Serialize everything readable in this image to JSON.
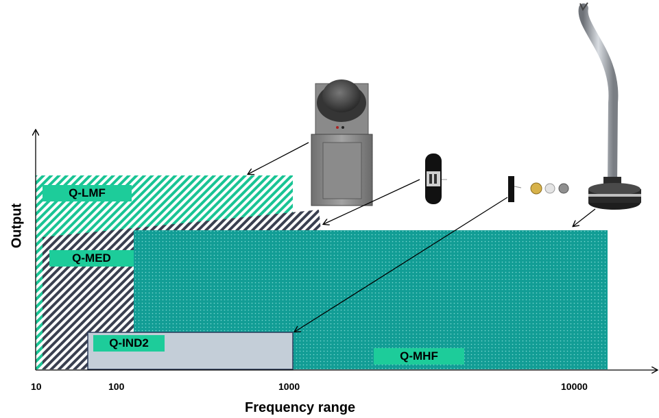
{
  "axes": {
    "x_label": "Frequency range",
    "y_label": "Output",
    "x_ticks": [
      "10",
      "100",
      "1000",
      "10000"
    ]
  },
  "zones": [
    {
      "name": "Q-LMF",
      "color": "#19c494",
      "pattern": "diagonal-stripes-light"
    },
    {
      "name": "Q-MED",
      "color": "#3a4050",
      "pattern": "diagonal-stripes-dark"
    },
    {
      "name": "Q-MHF",
      "color": "#129d95",
      "pattern": "dotted-teal"
    },
    {
      "name": "Q-IND2",
      "color": "#c4ced8",
      "pattern": "solid"
    }
  ],
  "colors": {
    "label_tag": "#1dcc9a",
    "accent_teal": "#129d95"
  },
  "icons": {
    "lmf": "tall-speaker-cabinet-icon",
    "med": "cylindrical-sensor-icon",
    "ind2": "small-sensor-with-coins-icon",
    "mhf": "gooseneck-probe-icon"
  }
}
